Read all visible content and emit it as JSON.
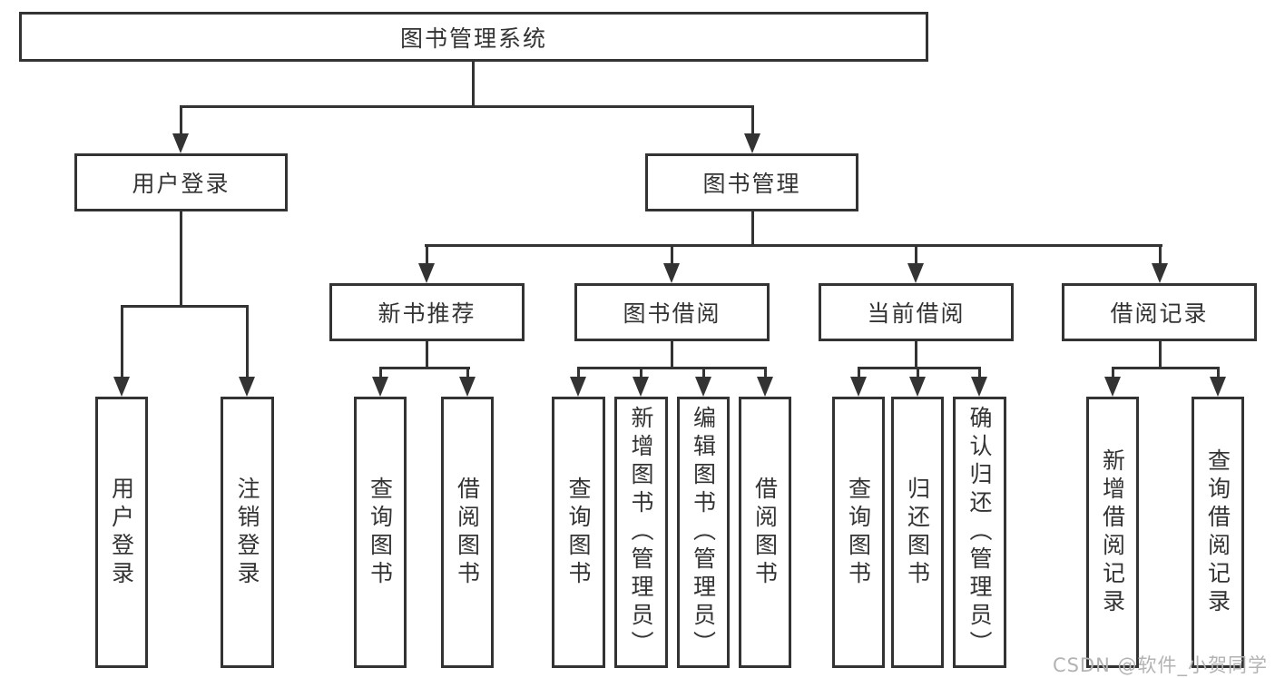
{
  "diagram": {
    "root": {
      "label": "图书管理系统"
    },
    "level2": {
      "user_login": {
        "label": "用户登录"
      },
      "book_mgmt": {
        "label": "图书管理"
      }
    },
    "level3": {
      "new_book_recommend": {
        "label": "新书推荐"
      },
      "book_borrow": {
        "label": "图书借阅"
      },
      "current_borrow": {
        "label": "当前借阅"
      },
      "borrow_records": {
        "label": "借阅记录"
      }
    },
    "leaves": {
      "user_login": [
        "用户登录",
        "注销登录"
      ],
      "new_book_recommend": [
        "查询图书",
        "借阅图书"
      ],
      "book_borrow": [
        "查询图书",
        "新增图书（管理员）",
        "编辑图书（管理员）",
        "借阅图书"
      ],
      "current_borrow": [
        "查询图书",
        "归还图书",
        "确认归还（管理员）"
      ],
      "borrow_records": [
        "新增借阅记录",
        "查询借阅记录"
      ]
    }
  },
  "watermark": "CSDN @软件_小贺同学",
  "colors": {
    "line": "#333333",
    "text": "#333333",
    "background": "#ffffff",
    "watermark": "#b3b3b3"
  }
}
